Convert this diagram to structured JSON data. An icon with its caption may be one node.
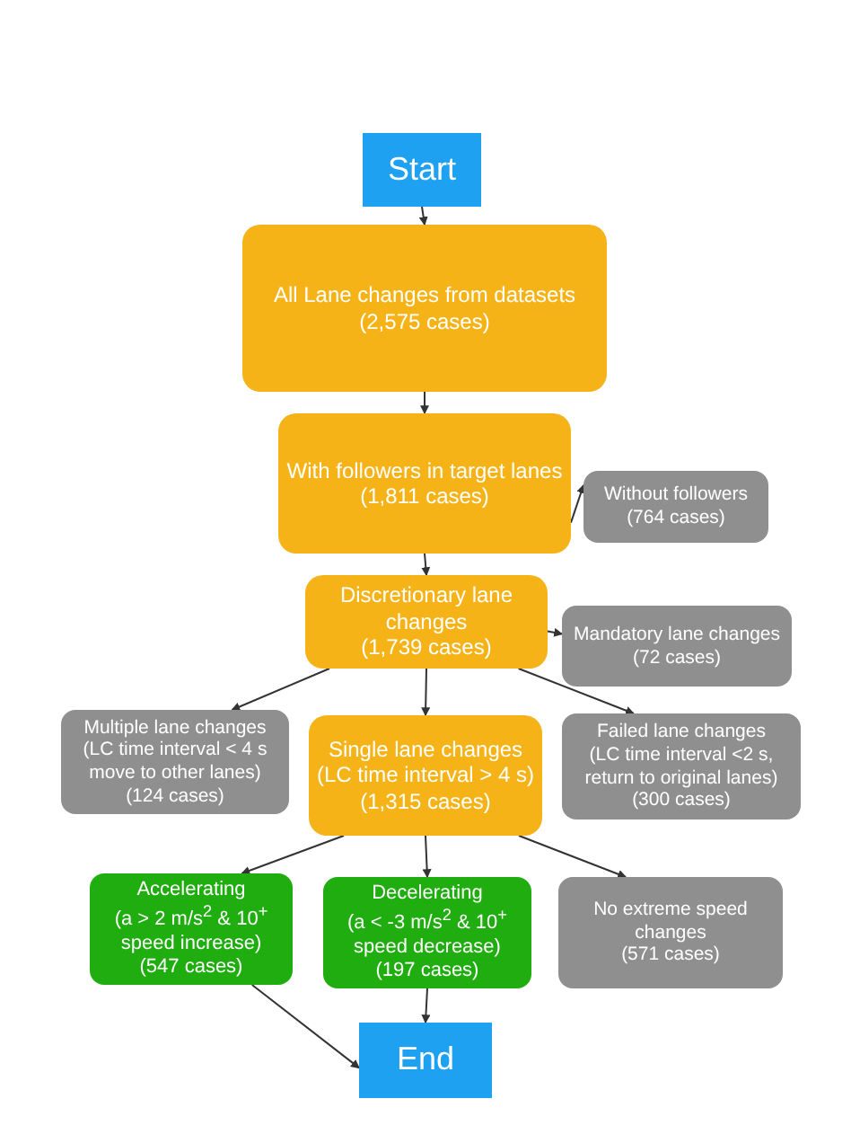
{
  "diagram": {
    "nodes": [
      {
        "text": [
          "Start"
        ]
      },
      {
        "text": [
          "All Lane changes from datasets",
          "(2,575 cases)"
        ]
      },
      {
        "text": [
          "With followers in target lanes",
          "(1,811 cases)"
        ]
      },
      {
        "text": [
          "Without followers",
          "(764 cases)"
        ]
      },
      {
        "text": [
          "Discretionary lane changes",
          "(1,739 cases)"
        ]
      },
      {
        "text": [
          "Mandatory lane changes",
          "(72 cases)"
        ]
      },
      {
        "text": [
          "Multiple lane changes",
          "(LC time interval < 4 s move to other lanes)",
          "(124 cases)"
        ]
      },
      {
        "text": [
          "Single lane changes",
          "(LC time interval > 4 s)",
          "(1,315 cases)"
        ]
      },
      {
        "text": [
          "Failed lane changes",
          "(LC time interval <2 s, return to original lanes)",
          "(300 cases)"
        ]
      },
      {
        "text": [
          "Accelerating",
          "(a > 2 m/s$^{2}$ & 10$^{+}$ speed increase)",
          "(547 cases)"
        ]
      },
      {
        "text": [
          "Decelerating",
          "(a < -3 m/s$^{2}$ & 10$^{+}$ speed decrease)",
          "(197 cases)"
        ]
      },
      {
        "text": [
          "No extreme speed changes",
          "(571 cases)"
        ]
      },
      {
        "text": [
          "End"
        ]
      }
    ],
    "edges": [
      {
        "from": 0,
        "to": 1,
        "arrow": "to"
      },
      {
        "from": 1,
        "to": 2,
        "arrow": "to"
      },
      {
        "from": 2,
        "to": 3,
        "arrow": "to"
      },
      {
        "from": 2,
        "to": 4,
        "arrow": "to"
      },
      {
        "from": 4,
        "to": 5,
        "arrow": "to"
      },
      {
        "from": 4,
        "to": 6,
        "arrow": "to"
      },
      {
        "from": 4,
        "to": 7,
        "arrow": "to"
      },
      {
        "from": 4,
        "to": 8,
        "arrow": "to"
      },
      {
        "from": 7,
        "to": 9,
        "arrow": "to"
      },
      {
        "from": 7,
        "to": 10,
        "arrow": "to"
      },
      {
        "from": 7,
        "to": 11,
        "arrow": "to"
      },
      {
        "from": 9,
        "to": 12,
        "arrow": "to"
      },
      {
        "from": 10,
        "to": 12,
        "arrow": "to"
      }
    ]
  }
}
